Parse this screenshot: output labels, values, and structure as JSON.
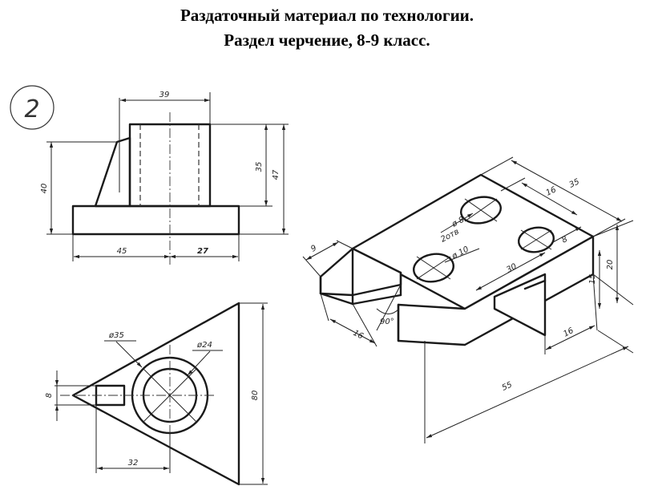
{
  "header": {
    "line1": "Раздаточный материал по технологии.",
    "line2": "Раздел черчение, 8-9 класс."
  },
  "drawing": {
    "number": "2",
    "front_view": {
      "width_top": "39",
      "h35": "35",
      "h47": "47",
      "h40": "40",
      "w45": "45",
      "w27": "27"
    },
    "top_view": {
      "d35": "ø35",
      "d24": "ø24",
      "w8": "8",
      "w32": "32",
      "h80": "80"
    },
    "isometric": {
      "d8": "ø 8",
      "through": "2отв",
      "d10": "ø 10",
      "l16": "16",
      "l35": "35",
      "l8": "8",
      "l30": "30",
      "l9": "9",
      "angle": "90°",
      "l16b": "16",
      "l16c": "16",
      "l55": "55",
      "h15": "15",
      "h20": "20"
    }
  }
}
